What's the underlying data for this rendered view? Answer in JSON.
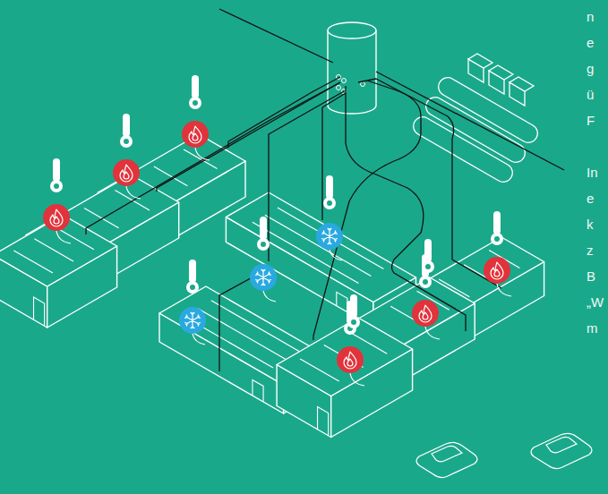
{
  "diagram": {
    "labels": [
      "n",
      "e",
      "g",
      "ü",
      "F",
      "In",
      "e",
      "k",
      "z",
      "B",
      "„W",
      "m"
    ]
  }
}
